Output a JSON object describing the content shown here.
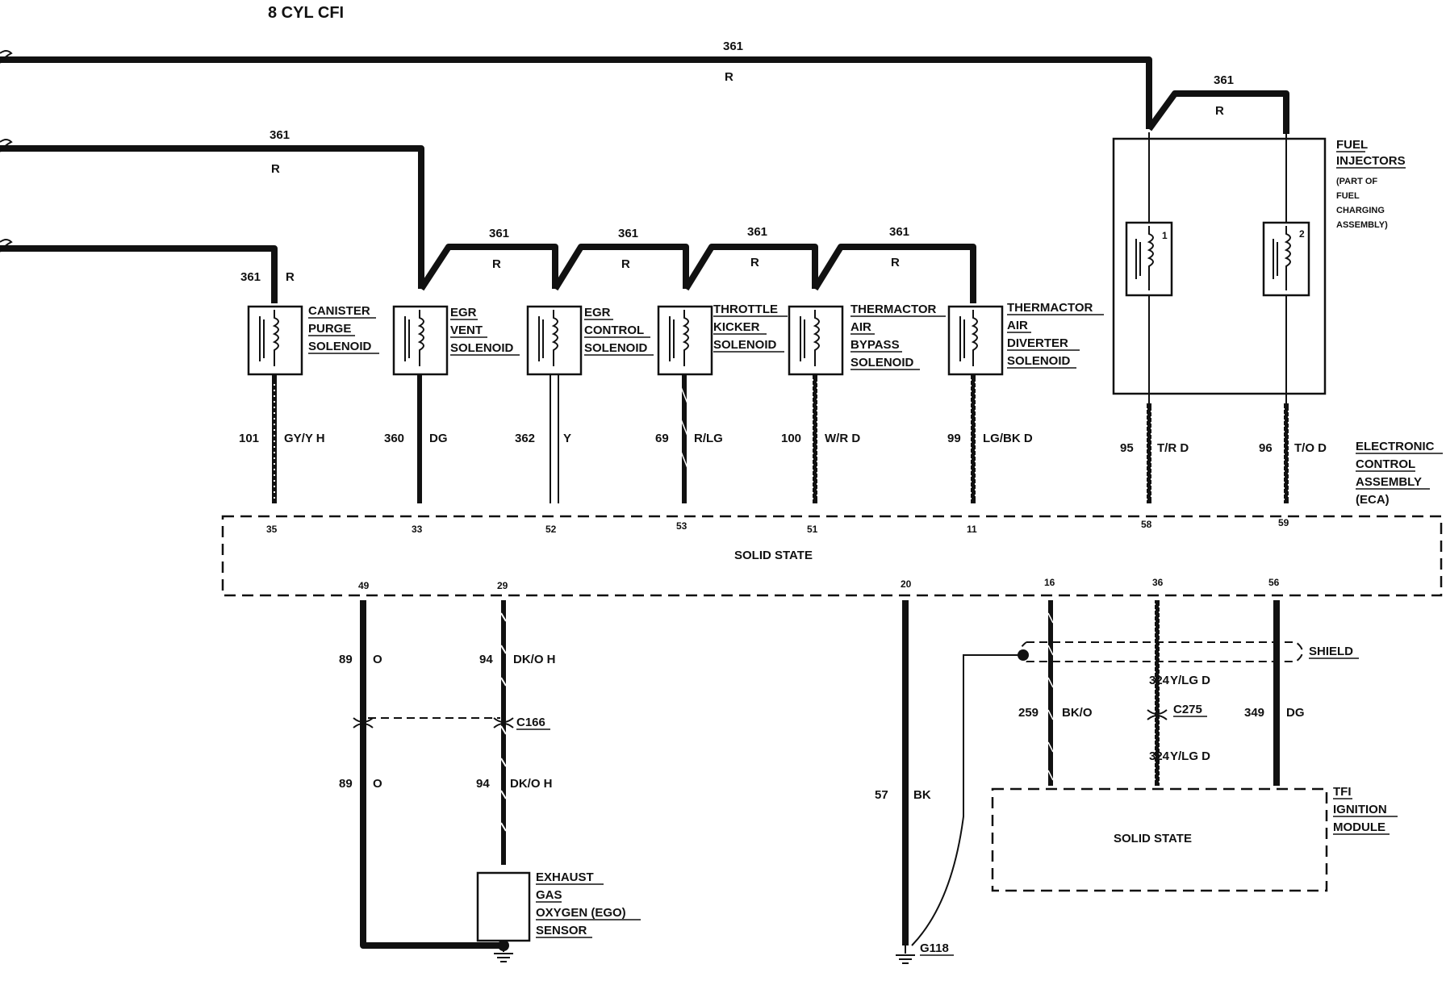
{
  "title": "8 CYL CFI",
  "wire_361": {
    "circuit": "361",
    "color": "R"
  },
  "solenoids": [
    {
      "lines": [
        "CANISTER",
        "PURGE",
        "SOLENOID"
      ],
      "circuit": "101",
      "color": "GY/Y H",
      "pin": "35"
    },
    {
      "lines": [
        "EGR",
        "VENT",
        "SOLENOID"
      ],
      "circuit": "360",
      "color": "DG",
      "pin": "33"
    },
    {
      "lines": [
        "EGR",
        "CONTROL",
        "SOLENOID"
      ],
      "circuit": "362",
      "color": "Y",
      "pin": "52"
    },
    {
      "lines": [
        "THROTTLE",
        "KICKER",
        "SOLENOID"
      ],
      "circuit": "69",
      "color": "R/LG",
      "pin": "53"
    },
    {
      "lines": [
        "THERMACTOR",
        "AIR",
        "BYPASS",
        "SOLENOID"
      ],
      "circuit": "100",
      "color": "W/R D",
      "pin": "51"
    },
    {
      "lines": [
        "THERMACTOR",
        "AIR",
        "DIVERTER",
        "SOLENOID"
      ],
      "circuit": "99",
      "color": "LG/BK D",
      "pin": "11"
    }
  ],
  "fuel_injectors": {
    "title": [
      "FUEL",
      "INJECTORS"
    ],
    "note": [
      "(PART OF",
      "FUEL",
      "CHARGING",
      "ASSEMBLY)"
    ],
    "injectors": [
      {
        "number": "1",
        "circuit": "95",
        "color": "T/R D",
        "pin": "58"
      },
      {
        "number": "2",
        "circuit": "96",
        "color": "T/O D",
        "pin": "59"
      }
    ]
  },
  "eca": {
    "label": [
      "ELECTRONIC",
      "CONTROL",
      "ASSEMBLY",
      "(ECA)"
    ],
    "body": "SOLID STATE"
  },
  "lower": {
    "pins": {
      "p49": "49",
      "p29": "29",
      "p20": "20",
      "p16": "16",
      "p36": "36",
      "p56": "56"
    },
    "w89": {
      "circuit": "89",
      "color": "O"
    },
    "w94": {
      "circuit": "94",
      "color": "DK/O H"
    },
    "connector_c166": "C166",
    "ego": [
      "EXHAUST",
      "GAS",
      "OXYGEN (EGO)",
      "SENSOR"
    ],
    "w57": {
      "circuit": "57",
      "color": "BK"
    },
    "ground": "G118",
    "w259": {
      "circuit": "259",
      "color": "BK/O"
    },
    "w324": {
      "circuit": "324",
      "color": "Y/LG D"
    },
    "connector_c275": "C275",
    "w349": {
      "circuit": "349",
      "color": "DG"
    },
    "shield": "SHIELD",
    "tfi": {
      "label": [
        "TFI",
        "IGNITION",
        "MODULE"
      ],
      "body": "SOLID STATE"
    }
  }
}
